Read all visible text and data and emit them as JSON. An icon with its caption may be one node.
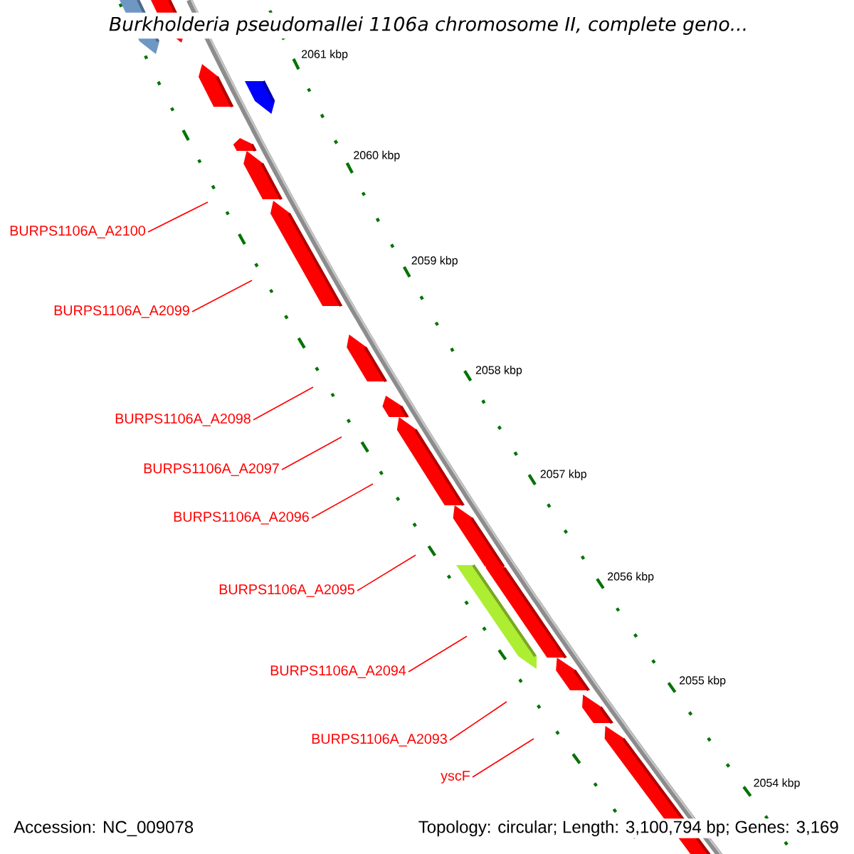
{
  "diagram": {
    "title": "Burkholderia pseudomallei 1106a chromosome II, complete geno...",
    "nodes": [
      {
        "text": [
          "BURPS1106A_A2100"
        ]
      },
      {
        "text": [
          "BURPS1106A_A2099"
        ]
      },
      {
        "text": [
          "BURPS1106A_A2098"
        ]
      },
      {
        "text": [
          "BURPS1106A_A2097"
        ]
      },
      {
        "text": [
          "BURPS1106A_A2096"
        ]
      },
      {
        "text": [
          "BURPS1106A_A2095"
        ]
      },
      {
        "text": [
          "BURPS1106A_A2094"
        ]
      },
      {
        "text": [
          "BURPS1106A_A2093"
        ]
      },
      {
        "text": [
          "yscF"
        ]
      }
    ],
    "edges": [
      {
        "from": 0,
        "to": null,
        "arrow": "none"
      },
      {
        "from": 1,
        "to": null,
        "arrow": "none"
      },
      {
        "from": 2,
        "to": null,
        "arrow": "none"
      },
      {
        "from": 3,
        "to": null,
        "arrow": "none"
      },
      {
        "from": 4,
        "to": null,
        "arrow": "none"
      },
      {
        "from": 5,
        "to": null,
        "arrow": "none"
      },
      {
        "from": 6,
        "to": null,
        "arrow": "none"
      },
      {
        "from": 7,
        "to": null,
        "arrow": "none"
      },
      {
        "from": 8,
        "to": null,
        "arrow": "none"
      }
    ],
    "labels": [
      "2061 kbp",
      "2060 kbp",
      "2059 kbp",
      "2058 kbp",
      "2057 kbp",
      "2056 kbp",
      "2055 kbp",
      "2054 kbp",
      "Accession: NC_009078",
      "Topology: circular; Length: 3,100,794 bp; Genes: 3,169"
    ]
  }
}
